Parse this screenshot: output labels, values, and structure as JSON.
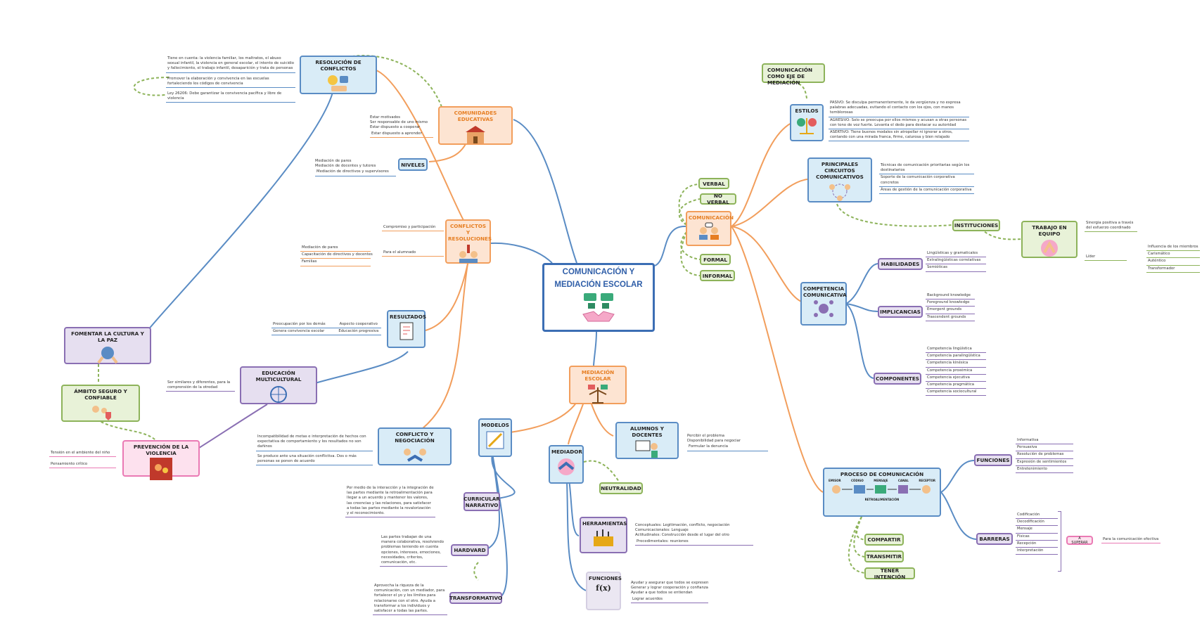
{
  "central": {
    "title": "COMUNICACIÓN Y MEDIACIÓN ESCOLAR"
  },
  "comunicacion": {
    "label": "COMUNICACIÓN",
    "types": [
      "VERBAL",
      "NO VERBAL",
      "FORMAL",
      "INFORMAL"
    ],
    "estilos": {
      "label": "ESTILOS",
      "eje": "COMUNICACIÓN COMO EJE DE MEDIACIÓN",
      "items": [
        "PASIVO: Se disculpa permanentemente, le da vergüenza y no expresa palabras adecuadas, evitando el contacto con los ojos, con manos temblorosas",
        "AGRESIVO: Solo se preocupa por ellos mismos y acusan a otras personas con tono de voz fuerte. Levanta el dedo para destacar su autoridad",
        "ASERTIVO: Tiene buenos modales sin atropellar ni ignorar a otros, contando con una mirada franca, firme, calurosa y bien relajado"
      ]
    },
    "circuitos": {
      "label": "PRINCIPALES CIRCUITOS COMUNICATIVOS",
      "items": [
        "Técnicas de comunicación prioritarias según los destinatarios",
        "Soporte de la comunicación corporativa concretos",
        "Áreas de gestión de la comunicación corporativa"
      ],
      "instituciones": "INSTITUCIONES"
    },
    "equipo": {
      "label": "TRABAJO EN EQUIPO",
      "sinergia": "Sinergia positiva a través del esfuerzo coordinado",
      "lider": "Líder",
      "lider_items": [
        "Influencia de los miembros",
        "Carismático",
        "Auténtico",
        "Transformador"
      ]
    },
    "competencia": {
      "label": "COMPETENCIA COMUNICATIVA",
      "habilidades": {
        "label": "HABILIDADES",
        "items": [
          "Lingüísticas y gramaticales",
          "Extralingüísticas correlativas",
          "Semióticas"
        ]
      },
      "implicancias": {
        "label": "IMPLICANCIAS",
        "items": [
          "Background knowledge",
          "Foreground knowledge",
          "Emergent grounds",
          "Trascendent grounds"
        ]
      },
      "componentes": {
        "label": "COMPONENTES",
        "items": [
          "Competencia lingüística",
          "Competencia paralingüística",
          "Competencia kinésica",
          "Competencia proxémica",
          "Competencia ejecutiva",
          "Competencia pragmática",
          "Competencia sociocultural"
        ]
      }
    },
    "proceso": {
      "label": "PROCESO DE COMUNICACIÓN",
      "diagram": [
        "EMISOR",
        "CÓDIGO",
        "MENSAJE",
        "CANAL",
        "RECEPTOR"
      ],
      "retro": "RETROALIMENTACIÓN",
      "funciones": {
        "label": "FUNCIONES",
        "items": [
          "Informativa",
          "Persuasiva",
          "Resolución de problemas",
          "Expresión de sentimientos",
          "Entretenimiento"
        ]
      },
      "barreras": {
        "label": "BARRERAS",
        "items": [
          "Codificación",
          "Decodificación",
          "Mensaje",
          "Físicas",
          "Recepción",
          "Interpretación"
        ],
        "superar": "A SUPERAR",
        "superar_text": "Para la comunicación efectiva"
      },
      "actions": [
        "COMPARTIR",
        "TRANSMITIR",
        "TENER INTENCIÓN"
      ]
    }
  },
  "comunidades": {
    "label": "COMUNIDADES EDUCATIVAS",
    "items": [
      "Estar motivados",
      "Ser responsable de uno mismo",
      "Estar dispuesto a cooperar",
      "Estar dispuesto a aprender"
    ],
    "niveles": {
      "label": "NIVELES",
      "items": [
        "Mediación de pares",
        "Mediación de docentes y tutores",
        "Mediación de directivos y supervisores"
      ]
    }
  },
  "resolucion": {
    "label": "RESOLUCIÓN DE CONFLICTOS",
    "items": [
      "Tiene en cuenta: la violencia familiar, los maltratos, el abuso sexual infantil, la violencia en general escolar, el intento de suicidio y fallecimiento, el trabajo infantil, desaparición y trata de personas",
      "Promover la elaboración y convivencia en las escuelas fortaleciendo los códigos de convivencia",
      "Ley 26206: Debe garantizar la convivencia pacífica y libre de violencia"
    ]
  },
  "conflictos": {
    "label": "CONFLICTOS Y RESOLUCIONES",
    "compromiso": "Compromiso y participación",
    "alumnado": "Para el alumnado",
    "alumnado_items": [
      "Mediación de pares",
      "Capacitación de directivos y docentes",
      "Familias"
    ]
  },
  "resultados": {
    "label": "RESULTADOS",
    "rows": [
      [
        "Preocupación por los demás",
        "Aspecto cooperativo"
      ],
      [
        "Genera convivencia escolar",
        "Educación progresiva"
      ]
    ]
  },
  "fomentar": {
    "label": "FOMENTAR LA CULTURA Y LA PAZ"
  },
  "ambito": {
    "label": "ÁMBITO SEGURO Y CONFIABLE"
  },
  "prevencion": {
    "label": "PREVENCIÓN DE LA VIOLENCIA",
    "items": [
      "Tensión en el ambiente del niño",
      "Pensamiento crítico"
    ]
  },
  "educacion": {
    "label": "EDUCACIÓN MULTICULTURAL",
    "text": "Ser similares y diferentes, para la comprensión de la otredad"
  },
  "negociacion": {
    "label": "CONFLICTO Y NEGOCIACIÓN",
    "items": [
      "Incompatibilidad de metas e interpretación de hechos con expectativa de comportamiento y los resultados no son dañinos",
      "Se produce ante una situación conflictiva. Dos o más personas se ponen de acuerdo"
    ]
  },
  "modelos": {
    "label": "MODELOS",
    "curricular": {
      "label": "CURRICULAR NARRATIVO",
      "text": "Por medio de la interacción y la integración de las partes mediante la retroalimentación para llegar a un acuerdo y mantener los valores, las creencias y las relaciones, para satisfacer a todas las partes mediante la revalorización y el reconocimiento."
    },
    "harvard": {
      "label": "HARDVARD",
      "text": "Las partes trabajan de una manera colaborativa, resolviendo problemas teniendo en cuenta opciones, intereses, emociones, necesidades, criterios, comunicación, etc."
    },
    "transformativo": {
      "label": "TRANSFORMATIVO",
      "text": "Aprovecha la riqueza de la comunicación, con un mediador, para fortalecer el yo y los límites para relacionarse con el otro. Ayuda a transformar a los individuos y satisfacer a todas las partes."
    }
  },
  "mediacion": {
    "label": "MEDIACIÓN ESCOLAR"
  },
  "alumnos": {
    "label": "ALUMNOS Y DOCENTES",
    "items": [
      "Percibir el problema",
      "Disponibilidad para negociar",
      "Formular la denuncia"
    ]
  },
  "mediador": {
    "label": "MEDIADOR",
    "neutralidad": "NEUTRALIDAD"
  },
  "herramientas": {
    "label": "HERRAMIENTAS",
    "items": [
      "Conceptuales: Legitimación, conflicto, negociación",
      "Comunicacionales: Lenguaje",
      "Actitudinales: Construcción desde el lugar del otro",
      "Procedimentales: reuniones"
    ]
  },
  "funciones_med": {
    "label": "FUNCIONES",
    "icon_text": "f(x)",
    "items": [
      "Ayudar y asegurar que todos se expresen",
      "Generar y lograr cooperación y confianza",
      "Ayudar a que todos se entiendan",
      "Lograr acuerdos"
    ]
  },
  "colors": {
    "blue": "#5a8cc4",
    "orange": "#f29e5c",
    "purple": "#8a6fb3",
    "green": "#8db35a",
    "pink": "#ea7ab4"
  }
}
